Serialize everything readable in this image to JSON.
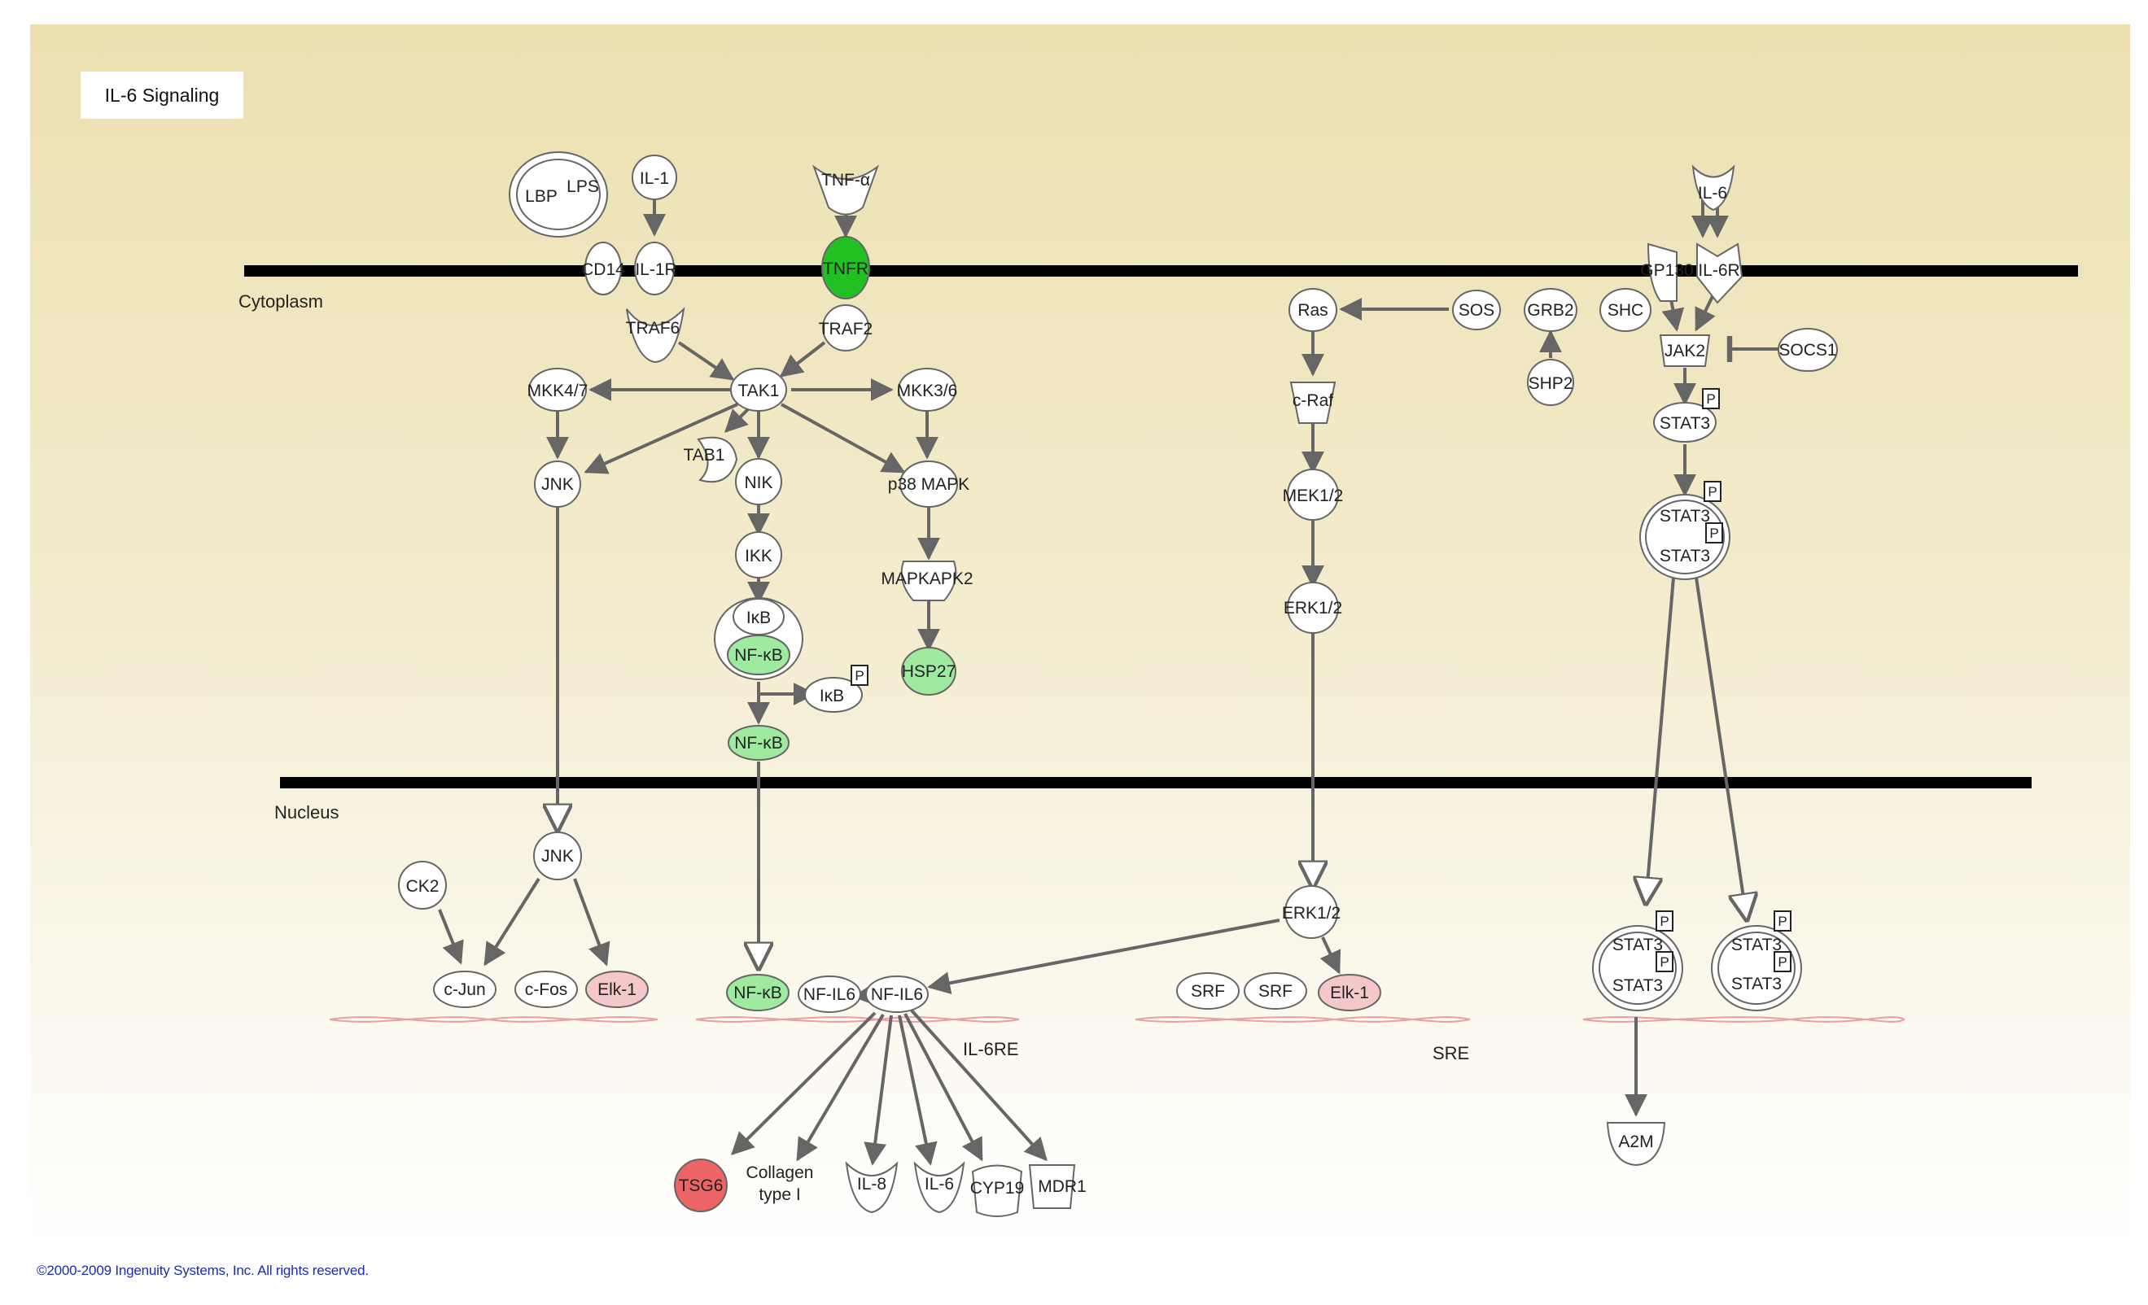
{
  "title": "IL-6 Signaling",
  "copyright": "©2000-2009 Ingenuity Systems, Inc. All rights reserved.",
  "compartments": {
    "cytoplasm": "Cytoplasm",
    "nucleus": "Nucleus"
  },
  "binding_sites": {
    "il6re": "IL-6RE",
    "sre": "SRE"
  },
  "phospho_label": "P",
  "colors": {
    "white": "#ffffff",
    "dark_green": "#22c122",
    "light_green": "#9eea9e",
    "pink": "#f4c8c8",
    "red": "#ec6464",
    "edge": "#666666"
  },
  "nodes": {
    "lbp": "LBP",
    "lps": "LPS",
    "il1": "IL-1",
    "cd14": "CD14",
    "il1r": "IL-1R",
    "tnfa": "TNF-α",
    "tnfr": "TNFR",
    "traf6": "TRAF6",
    "traf2": "TRAF2",
    "mkk47": "MKK4/7",
    "tak1": "TAK1",
    "mkk36": "MKK3/6",
    "tab1": "TAB1",
    "jnk": "JNK",
    "nik": "NIK",
    "p38": "p38 MAPK",
    "ikk": "IKK",
    "mapkapk2": "MAPKAPK2",
    "ikb": "IκB",
    "nfkb": "NF-κB",
    "ikb2": "IκB",
    "hsp27": "HSP27",
    "nfkb2": "NF-κB",
    "ras": "Ras",
    "sos": "SOS",
    "grb2": "GRB2",
    "shc": "SHC",
    "shp2": "SHP2",
    "il6": "IL-6",
    "gp130": "GP130",
    "il6r": "IL-6R",
    "jak2": "JAK2",
    "socs1": "SOCS1",
    "craf": "c-Raf",
    "mek12": "MEK1/2",
    "erk12": "ERK1/2",
    "stat3": "STAT3",
    "stat3a": "STAT3",
    "stat3b": "STAT3",
    "ck2": "CK2",
    "jnk_n": "JNK",
    "cjun": "c-Jun",
    "cfos": "c-Fos",
    "elk1": "Elk-1",
    "nfkb_n": "NF-κB",
    "nfil6a": "NF-IL6",
    "nfil6b": "NF-IL6",
    "erk12_n": "ERK1/2",
    "srf1": "SRF",
    "srf2": "SRF",
    "elk1b": "Elk-1",
    "stat3_n1a": "STAT3",
    "stat3_n1b": "STAT3",
    "stat3_n2a": "STAT3",
    "stat3_n2b": "STAT3",
    "tsg6": "TSG6",
    "collagen_l1": "Collagen",
    "collagen_l2": "type I",
    "il8": "IL-8",
    "il6_out": "IL-6",
    "cyp19": "CYP19",
    "mdr1": "MDR1",
    "a2m": "A2M"
  }
}
